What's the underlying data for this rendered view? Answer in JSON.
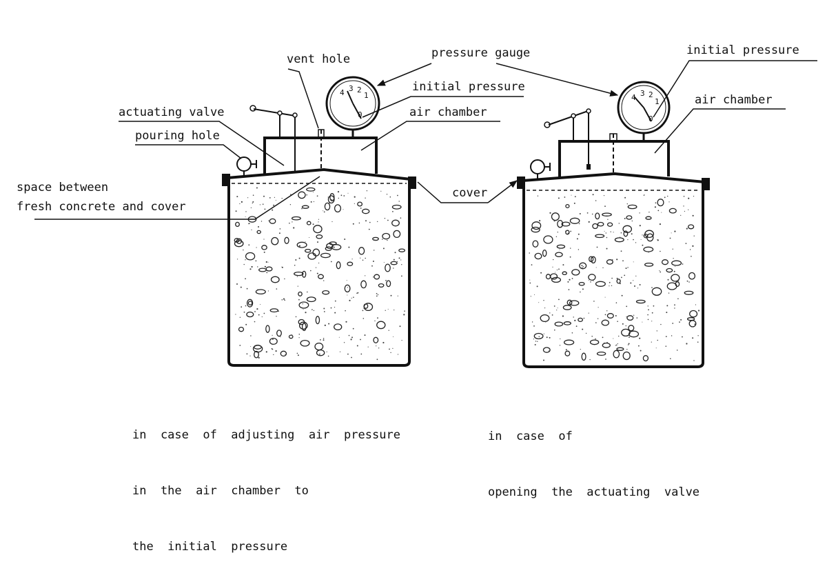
{
  "labels": {
    "vent_hole": "vent  hole",
    "pressure_gauge": "pressure  gauge",
    "initial_pressure_right": "initial  pressure",
    "initial_pressure_left": "initial  pressure",
    "air_chamber_left": "air  chamber",
    "air_chamber_right": "air  chamber",
    "actuating_valve": "actuating  valve",
    "pouring_hole": "pouring  hole",
    "space_line1": "space  between",
    "space_line2": "fresh  concrete  and  cover",
    "cover": "cover",
    "gauge_digits": [
      "4",
      "3",
      "2",
      "1",
      "0"
    ]
  },
  "captions": {
    "left": [
      "in  case  of  adjusting  air  pressure",
      "in  the  air  chamber  to",
      "the  initial  pressure"
    ],
    "right": [
      "in  case  of",
      "opening  the  actuating  valve"
    ]
  }
}
